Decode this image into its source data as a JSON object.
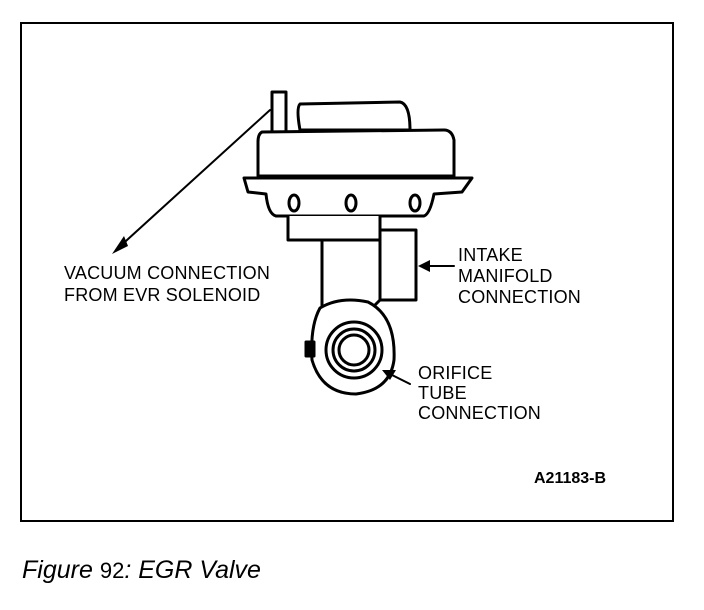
{
  "labels": {
    "vacuum_line1": "VACUUM CONNECTION",
    "vacuum_line2": "FROM EVR SOLENOID",
    "intake_line1": "INTAKE",
    "intake_line2": "MANIFOLD",
    "intake_line3": "CONNECTION",
    "orifice_line1": "ORIFICE",
    "orifice_line2": "TUBE",
    "orifice_line3": "CONNECTION"
  },
  "figure_code": "A21183-B",
  "caption": {
    "prefix": "Figure",
    "number": "92",
    "suffix": ": EGR Valve"
  }
}
